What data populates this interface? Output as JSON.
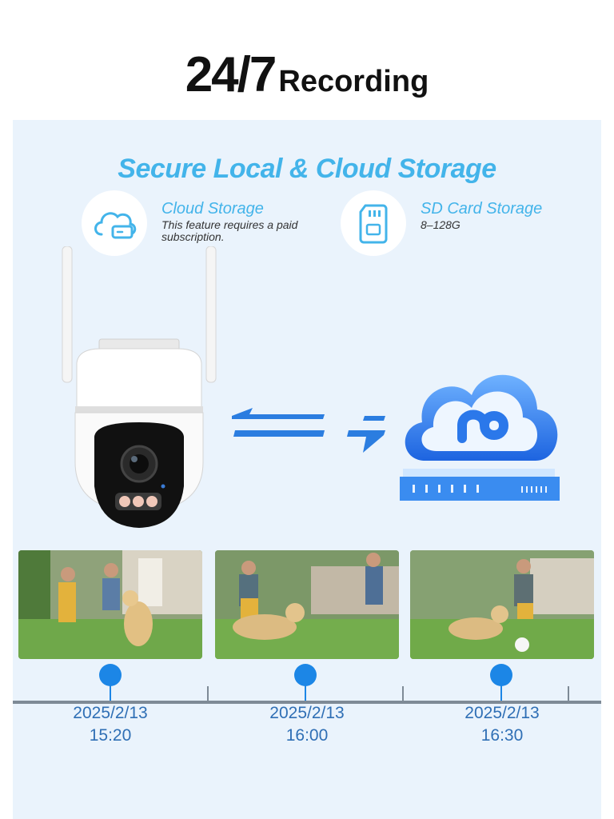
{
  "header": {
    "title_big": "24/7",
    "title_small": "Recording"
  },
  "panel": {
    "title": "Secure Local & Cloud Storage",
    "features": [
      {
        "title": "Cloud Storage",
        "description": "This feature requires a paid subscription.",
        "icon": "cloud-storage-icon"
      },
      {
        "title": "SD Card Storage",
        "description": "8–128G",
        "icon": "sd-card-icon"
      }
    ]
  },
  "timeline": {
    "entries": [
      {
        "date": "2025/2/13",
        "time": "15:20"
      },
      {
        "date": "2025/2/13",
        "time": "16:00"
      },
      {
        "date": "2025/2/13",
        "time": "16:30"
      }
    ]
  },
  "colors": {
    "accent": "#43b4ea",
    "timeline_blue": "#1c86e6",
    "stamp_text": "#2f6fb5",
    "panel_bg": "#eaf3fc"
  }
}
